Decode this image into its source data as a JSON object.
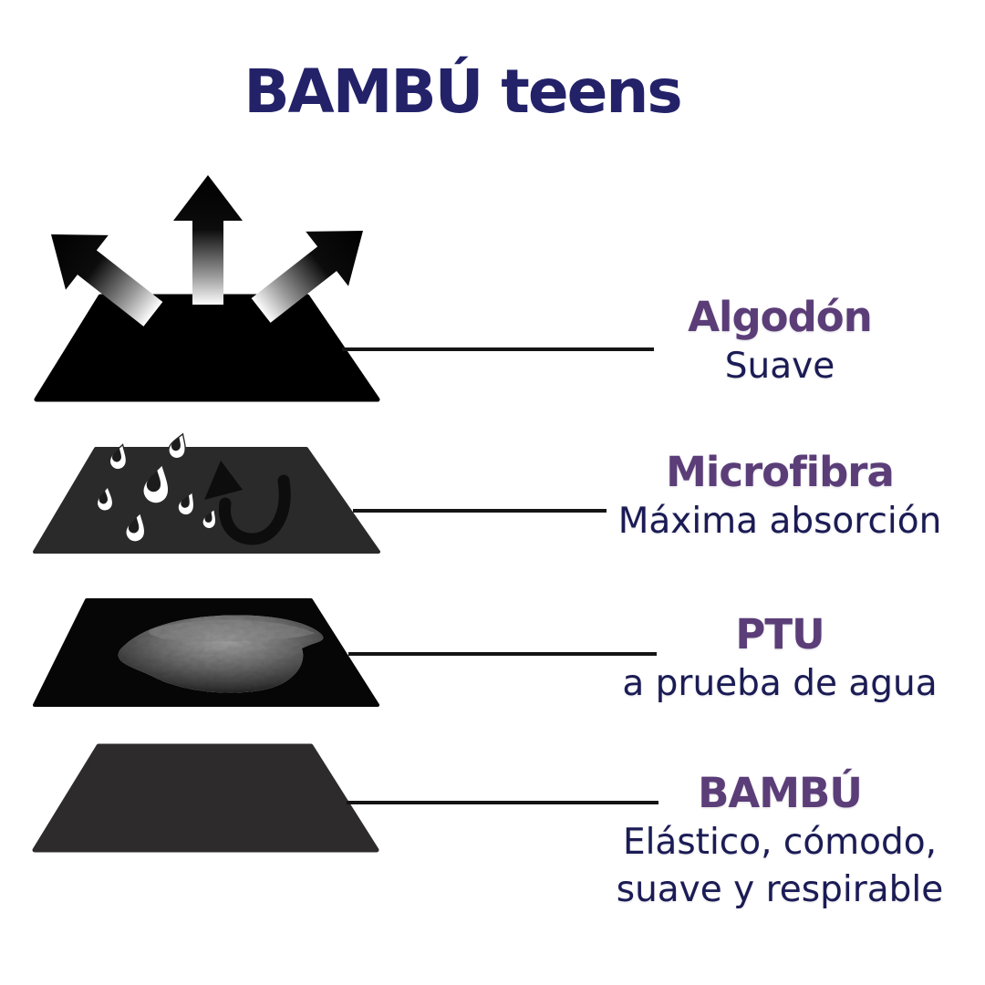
{
  "title": "BAMBÚ teens",
  "layers": [
    {
      "name": "Algodón",
      "desc1": "Suave",
      "desc2": "",
      "icon": "breathe-arrows"
    },
    {
      "name": "Microfibra",
      "desc1": "Máxima absorción",
      "desc2": "",
      "icon": "droplets-absorb-arrow"
    },
    {
      "name": "PTU",
      "desc1": "a prueba de agua",
      "desc2": "",
      "icon": "moisture-patch"
    },
    {
      "name": "BAMBÚ",
      "desc1": "Elástico, cómodo,",
      "desc2": "suave y respirable",
      "icon": "plain-fabric-layer"
    }
  ],
  "colors": {
    "background": "#ffffff",
    "title_text": "#232269",
    "heading_text": "#5b3d78",
    "sub_text": "#1b1b55",
    "layer_black": "#000000",
    "layer_charcoal": "#2b2a2b",
    "connector_line": "#141414",
    "droplet": "#ffffff"
  }
}
